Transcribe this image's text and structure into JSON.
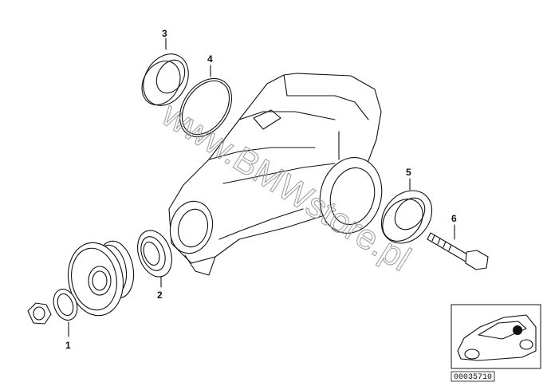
{
  "callouts": [
    "1",
    "2",
    "3",
    "4",
    "5",
    "6"
  ],
  "watermark": "www.BMWstore.pl",
  "reference_number": "00035710"
}
